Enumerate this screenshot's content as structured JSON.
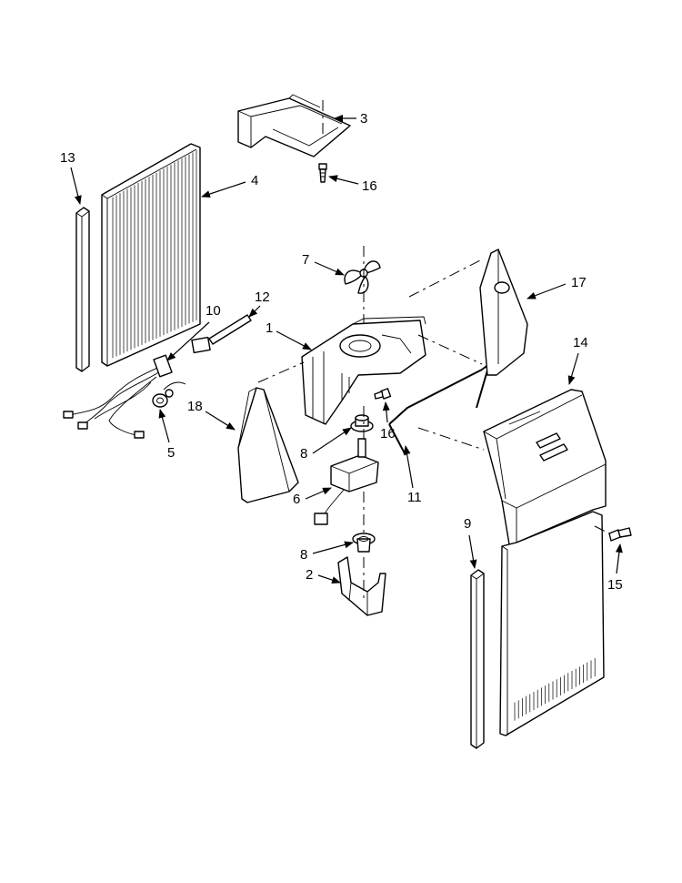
{
  "callouts": {
    "c1": "1",
    "c2": "2",
    "c3": "3",
    "c4": "4",
    "c5": "5",
    "c6": "6",
    "c7": "7",
    "c8a": "8",
    "c8b": "8",
    "c9": "9",
    "c10": "10",
    "c11": "11",
    "c12": "12",
    "c13": "13",
    "c14": "14",
    "c15": "15",
    "c16a": "16",
    "c16b": "16",
    "c17": "17",
    "c18": "18"
  },
  "colors": {
    "line": "#000000",
    "background": "#ffffff",
    "shade": "#e9e9e9"
  }
}
